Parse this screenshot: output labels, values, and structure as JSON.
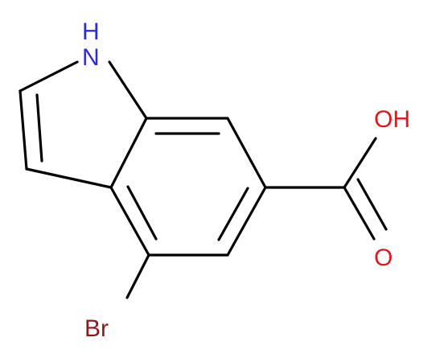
{
  "molecule": {
    "atoms": [
      {
        "id": "n1",
        "text": "H",
        "color": "#2d2dd2",
        "name": "atom-label-nh-h"
      },
      {
        "id": "n2",
        "text": "N",
        "color": "#2d2dd2",
        "name": "atom-label-nh-n"
      },
      {
        "id": "br",
        "text": "Br",
        "color": "#8b1a1a",
        "name": "atom-label-bromine"
      },
      {
        "id": "oh",
        "text": "OH",
        "color": "#e0151d",
        "name": "atom-label-hydroxyl"
      },
      {
        "id": "o",
        "text": "O",
        "color": "#e0151d",
        "name": "atom-label-carbonyl-oxygen"
      }
    ],
    "bond_color": "#000000"
  }
}
